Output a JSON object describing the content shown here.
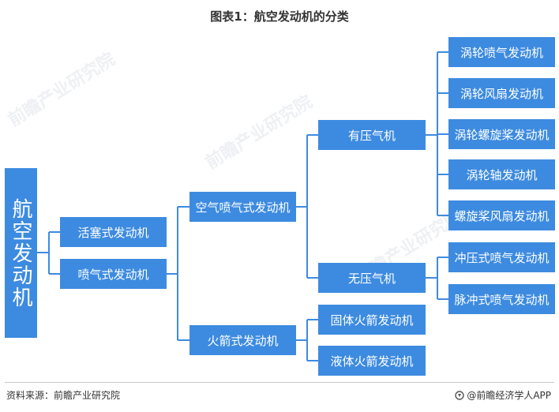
{
  "title": "图表1：航空发动机的分类",
  "diagram": {
    "root": "航空发动机",
    "level1": [
      "活塞式发动机",
      "喷气式发动机"
    ],
    "level2": [
      "空气喷气式发动机",
      "火箭式发动机"
    ],
    "level3": [
      "有压气机",
      "无压气机",
      "固体火箭发动机",
      "液体火箭发动机"
    ],
    "level4": [
      "涡轮喷气发动机",
      "涡轮风扇发动机",
      "涡轮螺旋桨发动机",
      "涡轮轴发动机",
      "螺旋桨风扇发动机",
      "冲压式喷气发动机",
      "脉冲式喷气发动机"
    ]
  },
  "footer": {
    "source": "资料来源：前瞻产业研究院",
    "brand": "@前瞻经济学人APP"
  },
  "watermark": {
    "text": "前瞻产业研究院"
  },
  "colors": {
    "node": "#3d8be0",
    "line": "#3d8be0"
  }
}
